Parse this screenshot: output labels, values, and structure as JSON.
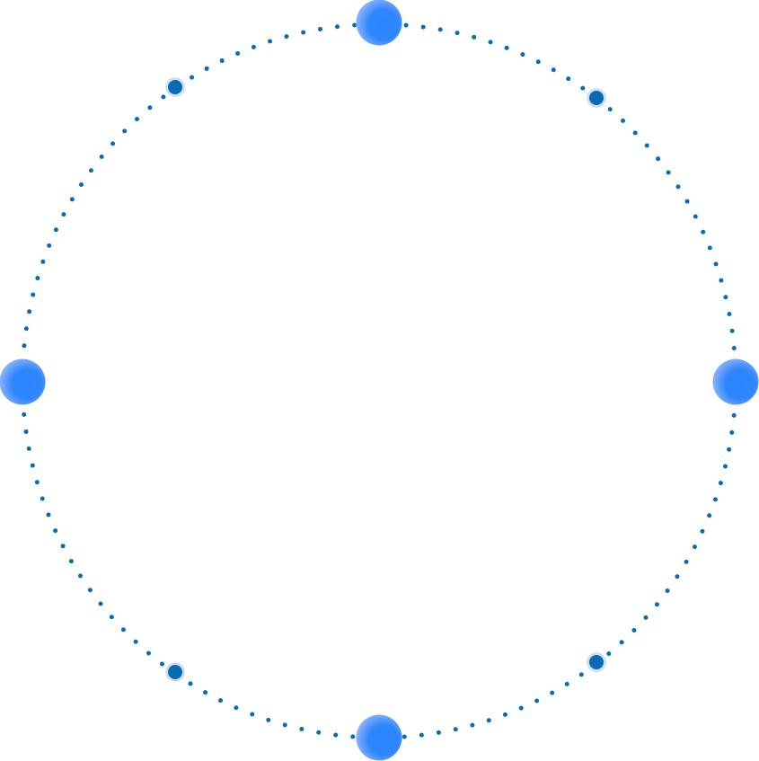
{
  "colors": {
    "dot": "#0a6bb5",
    "node_light": "#7aa9ff",
    "node_core": "#2b84ff",
    "halo": "#cfe0f2"
  },
  "major_nodes": [
    "top",
    "right",
    "bottom",
    "left"
  ],
  "minor_nodes": [
    "top-left",
    "top-right",
    "bottom-right",
    "bottom-left"
  ]
}
